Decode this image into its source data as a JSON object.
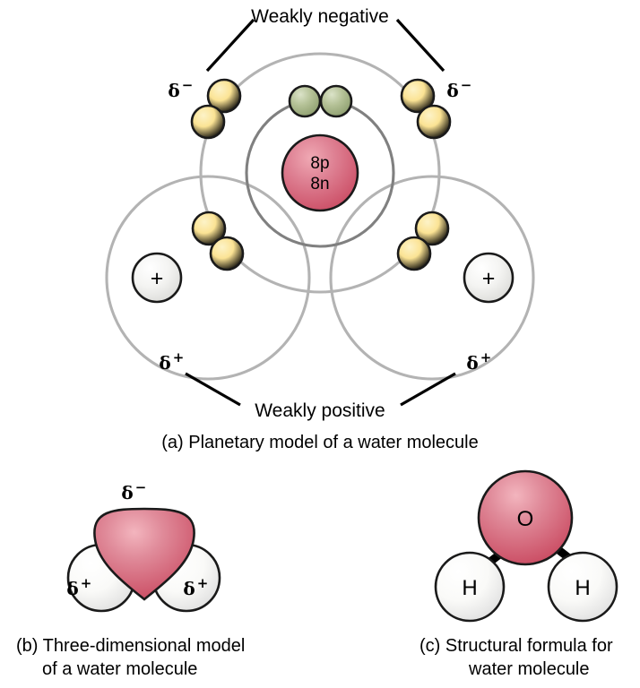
{
  "figure": {
    "title_present": false,
    "background_color": "#ffffff"
  },
  "panel_a": {
    "caption": "(a) Planetary model of a water molecule",
    "callout_top": "Weakly negative",
    "callout_bottom": "Weakly positive",
    "oxygen": {
      "nucleus_line1": "8p",
      "nucleus_line2": "8n",
      "nucleus_color": "#d1556b",
      "inner_shell_electron_count": 2,
      "inner_electron_color": "#94a675",
      "outer_shell_color": "#b3b3b3",
      "inner_shell_color": "#808080"
    },
    "hydrogen_left": {
      "nucleus_symbol": "+",
      "delta_label": "δ",
      "delta_sign": "+"
    },
    "hydrogen_right": {
      "nucleus_symbol": "+",
      "delta_label": "δ",
      "delta_sign": "+"
    },
    "lone_pair_left": {
      "delta_label": "δ",
      "delta_sign": "−",
      "electron_color": "#f7d873",
      "electron_count": 2
    },
    "lone_pair_right": {
      "delta_label": "δ",
      "delta_sign": "−",
      "electron_color": "#f7d873",
      "electron_count": 2
    },
    "shared_pair_left": {
      "electron_color": "#f7d873",
      "electron_count": 2
    },
    "shared_pair_right": {
      "electron_color": "#f7d873",
      "electron_count": 2
    }
  },
  "panel_b": {
    "caption_line1": "(b) Three-dimensional model",
    "caption_line2": "of a water molecule",
    "oxygen_delta": "δ",
    "oxygen_delta_sign": "−",
    "hydrogen_left_delta": "δ",
    "hydrogen_left_delta_sign": "+",
    "hydrogen_right_delta": "δ",
    "hydrogen_right_delta_sign": "+",
    "oxygen_color": "#d1556b",
    "hydrogen_color": "#f2f2f2"
  },
  "panel_c": {
    "caption_line1": "(c) Structural formula for",
    "caption_line2": "water molecule",
    "oxygen_symbol": "O",
    "hydrogen_left_symbol": "H",
    "hydrogen_right_symbol": "H",
    "oxygen_color": "#d1556b",
    "hydrogen_color": "#f2f2f2",
    "bond_color": "#000000"
  }
}
